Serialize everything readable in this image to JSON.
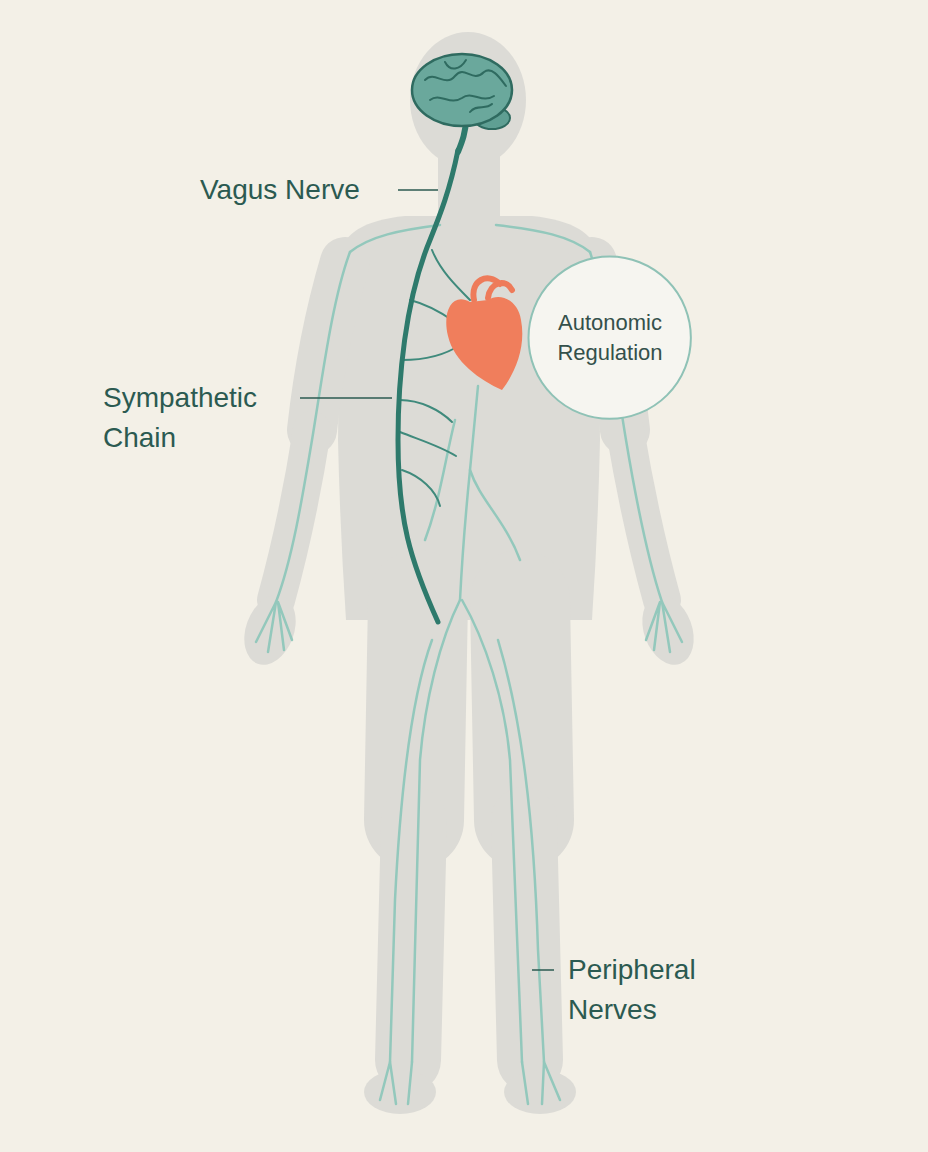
{
  "diagram": {
    "nodes": [
      {
        "text": [
          "Autonomic Regulation"
        ]
      }
    ],
    "labels": [
      "Vagus Nerve",
      "Sympathetic Chain",
      "Peripheral Nerves"
    ]
  }
}
